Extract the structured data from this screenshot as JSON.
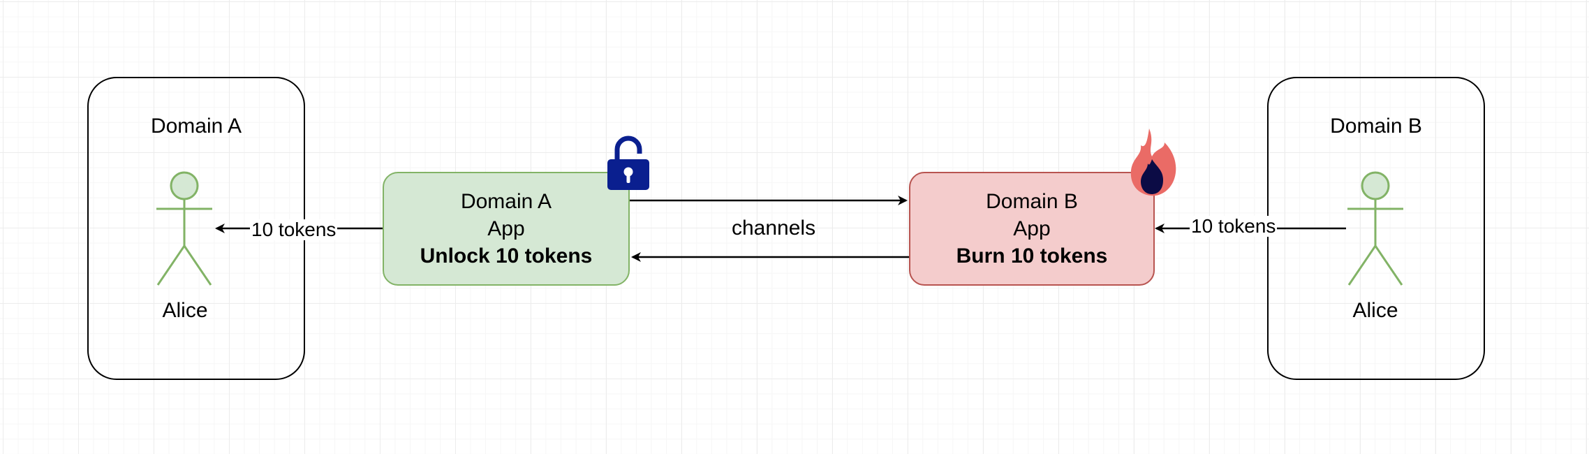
{
  "domain_left": {
    "title": "Domain A",
    "actor_label": "Alice"
  },
  "domain_right": {
    "title": "Domain B",
    "actor_label": "Alice"
  },
  "app_a": {
    "line1": "Domain A",
    "line2": "App",
    "line3": "Unlock 10 tokens",
    "fill": "#d5e8d4",
    "stroke": "#82b366"
  },
  "app_b": {
    "line1": "Domain B",
    "line2": "App",
    "line3": "Burn 10 tokens",
    "fill": "#f4cccc",
    "stroke": "#b85450"
  },
  "edges": {
    "left_tokens": "10 tokens",
    "right_tokens": "10 tokens",
    "channels": "channels"
  },
  "icons": {
    "unlock": {
      "name": "unlock-icon",
      "color": "#0a1f8f"
    },
    "fire": {
      "name": "fire-icon",
      "outer": "#ea6b66",
      "inner": "#0b0b45"
    }
  },
  "actor_color": "#82b366"
}
